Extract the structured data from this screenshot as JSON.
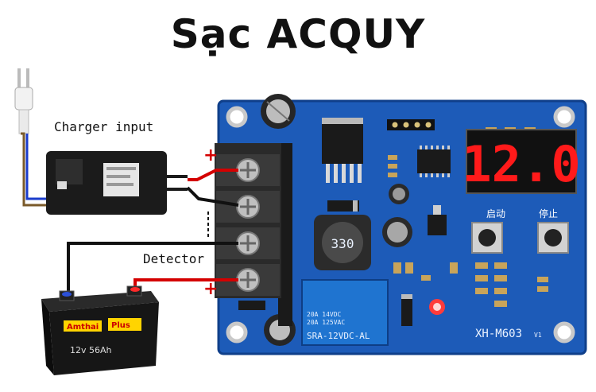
{
  "title": "Sạc ACQUY",
  "labels": {
    "charger_input": "Charger input",
    "detector": "Detector",
    "plus_top": "+",
    "plus_bottom": "+"
  },
  "board": {
    "model": "XH-M603",
    "version": "V1",
    "display": "12.0",
    "start_button": "启动",
    "stop_button": "停止",
    "inductor": "330",
    "relay_line1": "20A 14VDC",
    "relay_line2": "20A 125VAC",
    "relay_model": "SRA-12VDC-AL"
  },
  "battery": {
    "brand": "Amthai",
    "plus_badge": "Plus",
    "rating": "12v 56Ah"
  },
  "colors": {
    "pcb": "#1d5bb8",
    "wire_red": "#d40000",
    "wire_black": "#111111",
    "display_digit": "#ff1a1a",
    "adapter": "#1b1b1b"
  }
}
